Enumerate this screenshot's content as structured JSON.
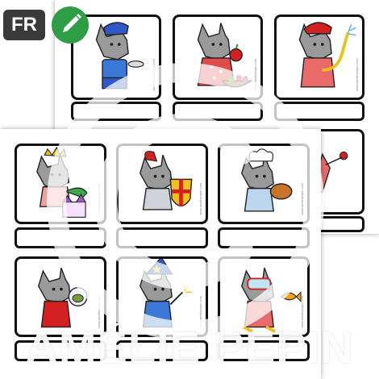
{
  "badge": {
    "language": "FR"
  },
  "icons": {
    "edit": "pencil-icon"
  },
  "watermark": {
    "text": "AMÉLIE PEPIN",
    "symbol": "copyright-icon"
  },
  "colors": {
    "badge_bg": "#3a3a3a",
    "edit_bg": "#2e9e46",
    "card_border": "#111111"
  },
  "cards": [
    {
      "id": "police-officer",
      "icon": "wolf-police-officer-icon"
    },
    {
      "id": "shopper",
      "icon": "wolf-with-apple-and-basket-icon"
    },
    {
      "id": "firefighter",
      "icon": "wolf-firefighter-icon"
    },
    {
      "id": "king",
      "icon": "wolf-king-icon"
    },
    {
      "id": "knight",
      "icon": "wolf-knight-icon"
    },
    {
      "id": "cook",
      "icon": "wolf-cook-icon"
    },
    {
      "id": "explorer",
      "icon": "wolf-explorer-icon"
    },
    {
      "id": "wizard",
      "icon": "wolf-wizard-icon"
    },
    {
      "id": "diver",
      "icon": "wolf-diver-icon"
    }
  ]
}
